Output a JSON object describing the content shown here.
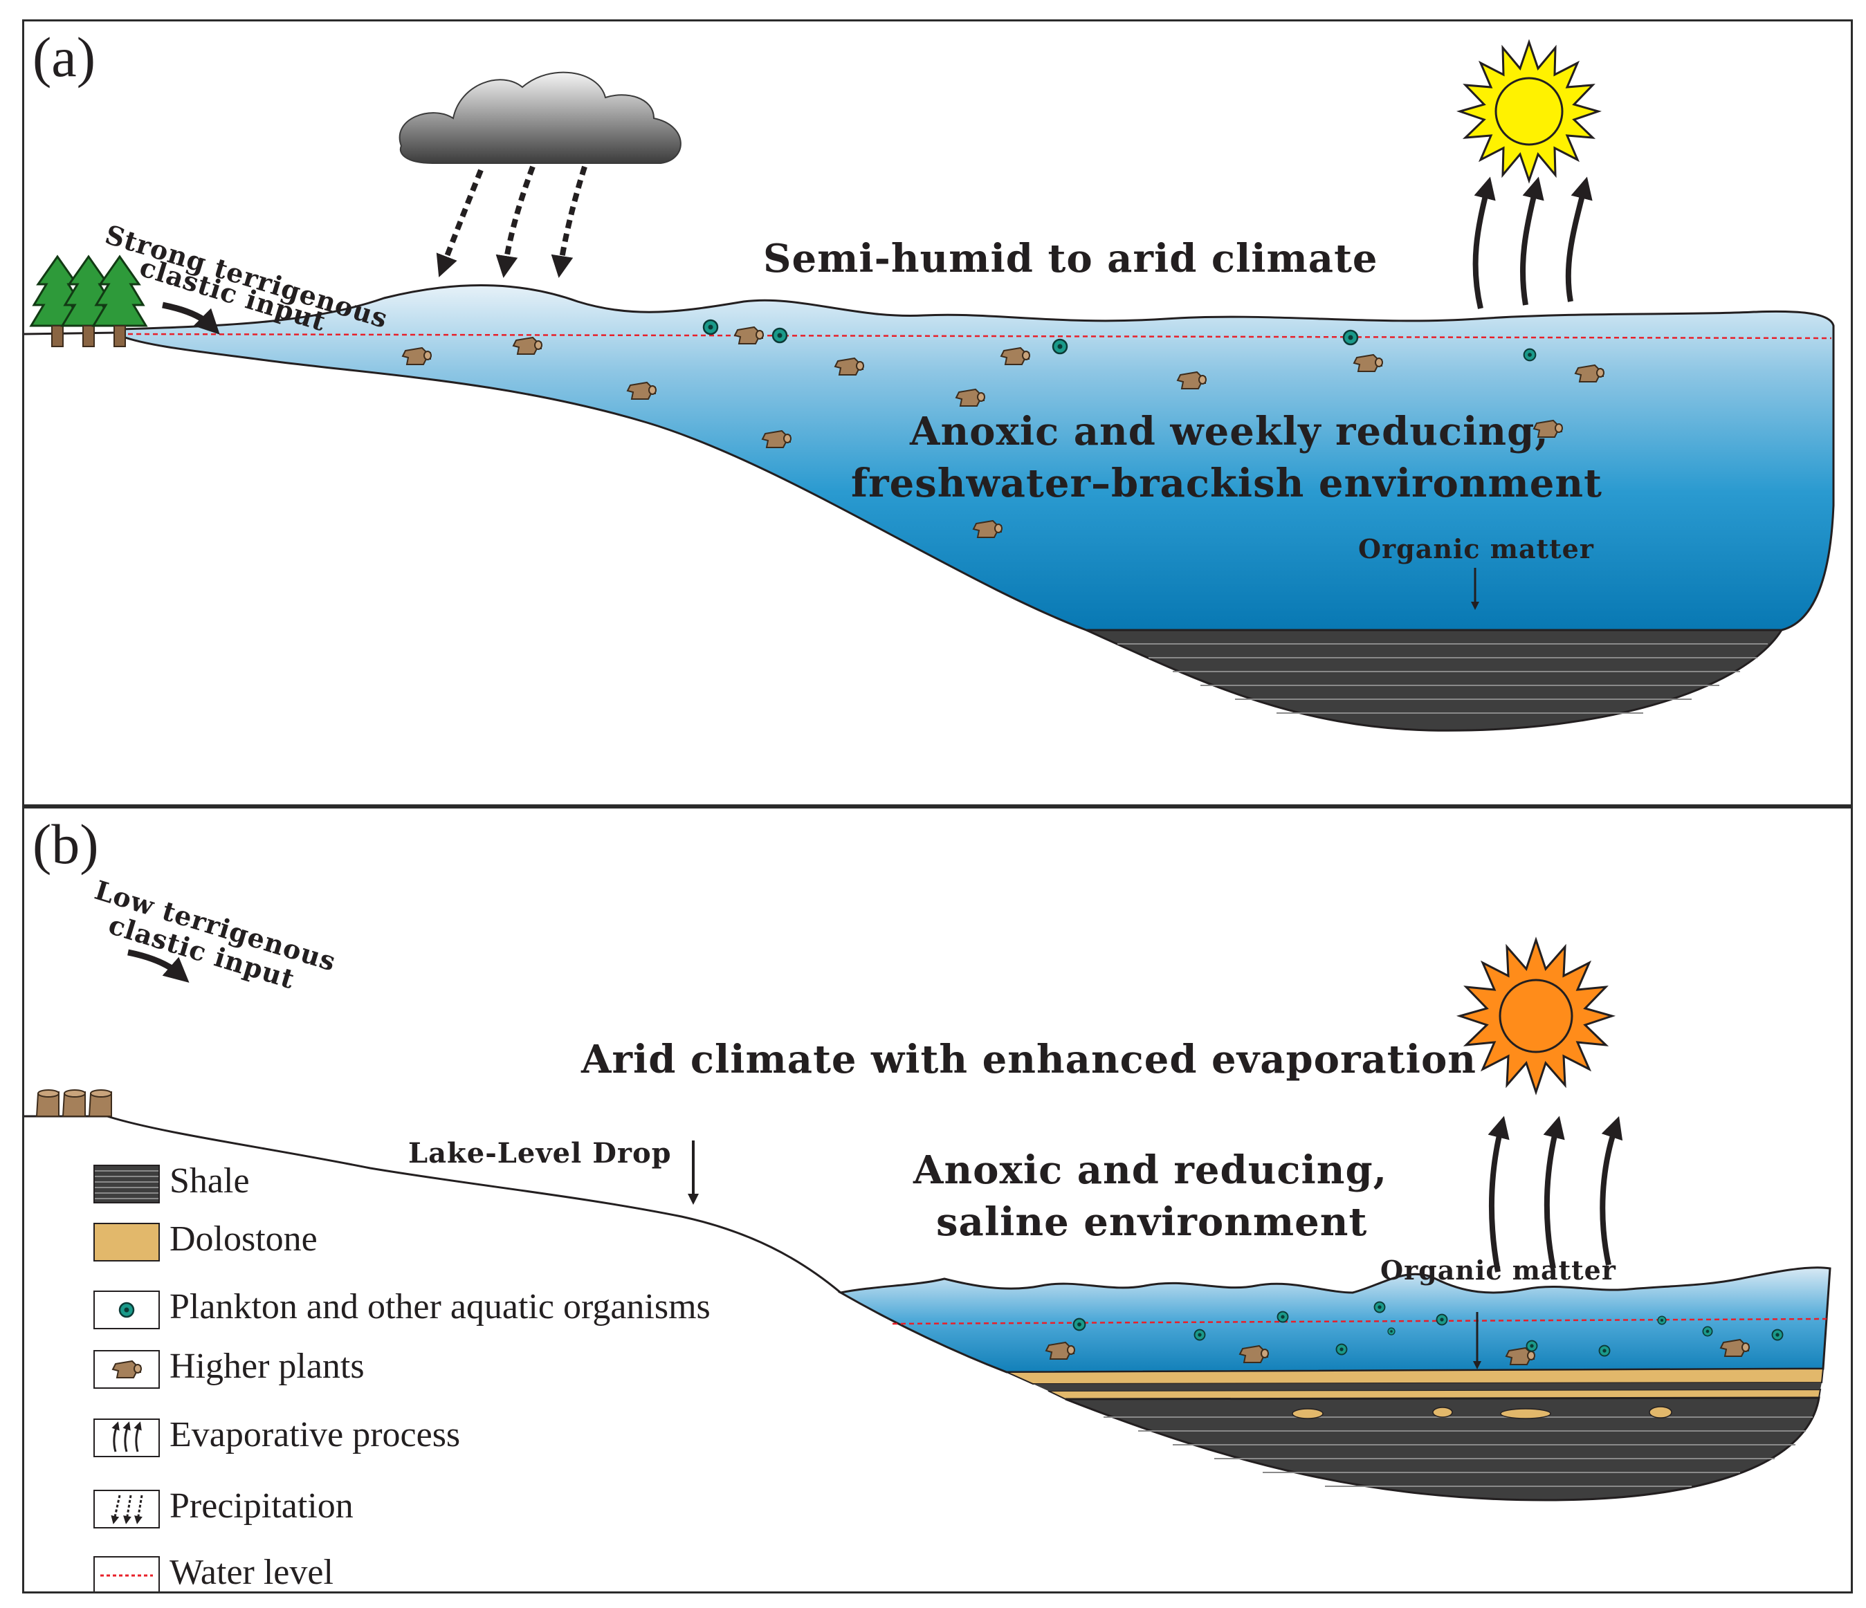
{
  "panel_a": {
    "letter": "(a)",
    "climate": "Semi-humid to arid climate",
    "input_line1": "Strong terrigenous",
    "input_line2": "clastic input",
    "env_line1": "Anoxic and weekly reducing,",
    "env_line2": "freshwater–brackish environment",
    "organic": "Organic matter",
    "colors": {
      "water_top": "#dcecf5",
      "water_bottom": "#0b82bb",
      "shale": "#404040",
      "sun": "#fff200",
      "cloud": "#444444"
    }
  },
  "panel_b": {
    "letter": "(b)",
    "climate": "Arid climate with enhanced evaporation",
    "input_line1": "Low terrigenous",
    "input_line2": "clastic input",
    "lake_drop": "Lake-Level Drop",
    "env_line1": "Anoxic and reducing,",
    "env_line2": "saline environment",
    "organic": "Organic matter",
    "colors": {
      "sun": "#ff8c1a",
      "dolostone": "#e2b86b"
    }
  },
  "legend": {
    "items": [
      {
        "icon": "shale-swatch",
        "label": "Shale"
      },
      {
        "icon": "dolostone-swatch",
        "label": "Dolostone"
      },
      {
        "icon": "plankton-icon",
        "label": "Plankton and other aquatic organisms"
      },
      {
        "icon": "higher-plant-icon",
        "label": "Higher plants"
      },
      {
        "icon": "evaporation-icon",
        "label": "Evaporative process"
      },
      {
        "icon": "precipitation-icon",
        "label": "Precipitation"
      },
      {
        "icon": "water-level-icon",
        "label": "Water level"
      }
    ]
  }
}
